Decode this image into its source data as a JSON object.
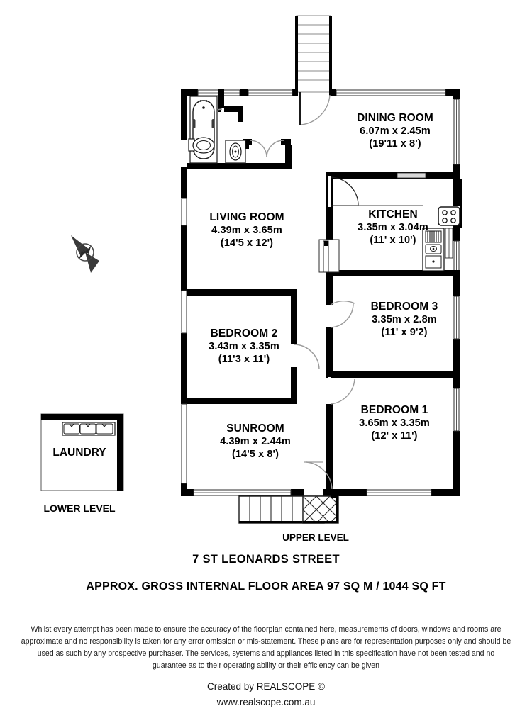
{
  "document": {
    "type": "real-estate-floorplan",
    "street_title": "7 ST LEONARDS STREET",
    "area_title": "APPROX. GROSS INTERNAL FLOOR AREA 97 SQ M / 1044 SQ FT",
    "upper_level_label": "UPPER LEVEL",
    "lower_level_label": "LOWER LEVEL"
  },
  "rooms": [
    {
      "id": "dining-room",
      "name": "DINING ROOM",
      "dim_metric": "6.07m x 2.45m",
      "dim_imperial": "(19'11 x 8')"
    },
    {
      "id": "living-room",
      "name": "LIVING ROOM",
      "dim_metric": "4.39m x 3.65m",
      "dim_imperial": "(14'5 x 12')"
    },
    {
      "id": "kitchen",
      "name": "KITCHEN",
      "dim_metric": "3.35m x 3.04m",
      "dim_imperial": "(11' x 10')"
    },
    {
      "id": "bedroom-2",
      "name": "BEDROOM 2",
      "dim_metric": "3.43m x 3.35m",
      "dim_imperial": "(11'3 x 11')"
    },
    {
      "id": "bedroom-3",
      "name": "BEDROOM 3",
      "dim_metric": "3.35m x 2.8m",
      "dim_imperial": "(11' x 9'2)"
    },
    {
      "id": "bedroom-1",
      "name": "BEDROOM 1",
      "dim_metric": "3.65m x 3.35m",
      "dim_imperial": "(12' x 11')"
    },
    {
      "id": "sunroom",
      "name": "SUNROOM",
      "dim_metric": "4.39m x 2.44m",
      "dim_imperial": "(14'5 x 8')"
    },
    {
      "id": "laundry",
      "name": "LAUNDRY",
      "dim_metric": "",
      "dim_imperial": ""
    }
  ],
  "fixtures": [
    {
      "id": "bathtub",
      "icon": "bathtub-icon"
    },
    {
      "id": "toilet",
      "icon": "toilet-icon"
    },
    {
      "id": "basin",
      "icon": "wash-basin-icon"
    },
    {
      "id": "cooktop",
      "icon": "cooktop-icon"
    },
    {
      "id": "sink",
      "icon": "kitchen-sink-icon"
    },
    {
      "id": "laundry-tubs",
      "icon": "laundry-tubs-icon"
    },
    {
      "id": "upper-stairs",
      "icon": "staircase-icon"
    },
    {
      "id": "entry-stairs",
      "icon": "entry-steps-icon"
    },
    {
      "id": "tiled-porch",
      "icon": "tiled-porch-icon"
    },
    {
      "id": "compass",
      "icon": "compass-rose-icon"
    }
  ],
  "disclaimer": {
    "lines": [
      "Whilst every attempt has been made to ensure the accuracy of the floorplan contained here, measurements of doors, windows and rooms are",
      "approximate and no responsibility is taken for any error omission or mis-statement. These plans are for representation purposes only and should be",
      "used as such by any prospective purchaser. The services, systems and appliances listed in this specification have not been tested and no",
      "guarantee as to their operating ability or their efficiency can be given"
    ]
  },
  "credit": {
    "created_by": "Created by REALSCOPE ©",
    "website": "www.realscope.com.au"
  },
  "colors": {
    "wall": "#000000",
    "background": "#ffffff",
    "text": "#000000",
    "fixture_stroke": "#1a1a1a",
    "door_arc": "#808080",
    "compass": "#3a3a3a"
  }
}
